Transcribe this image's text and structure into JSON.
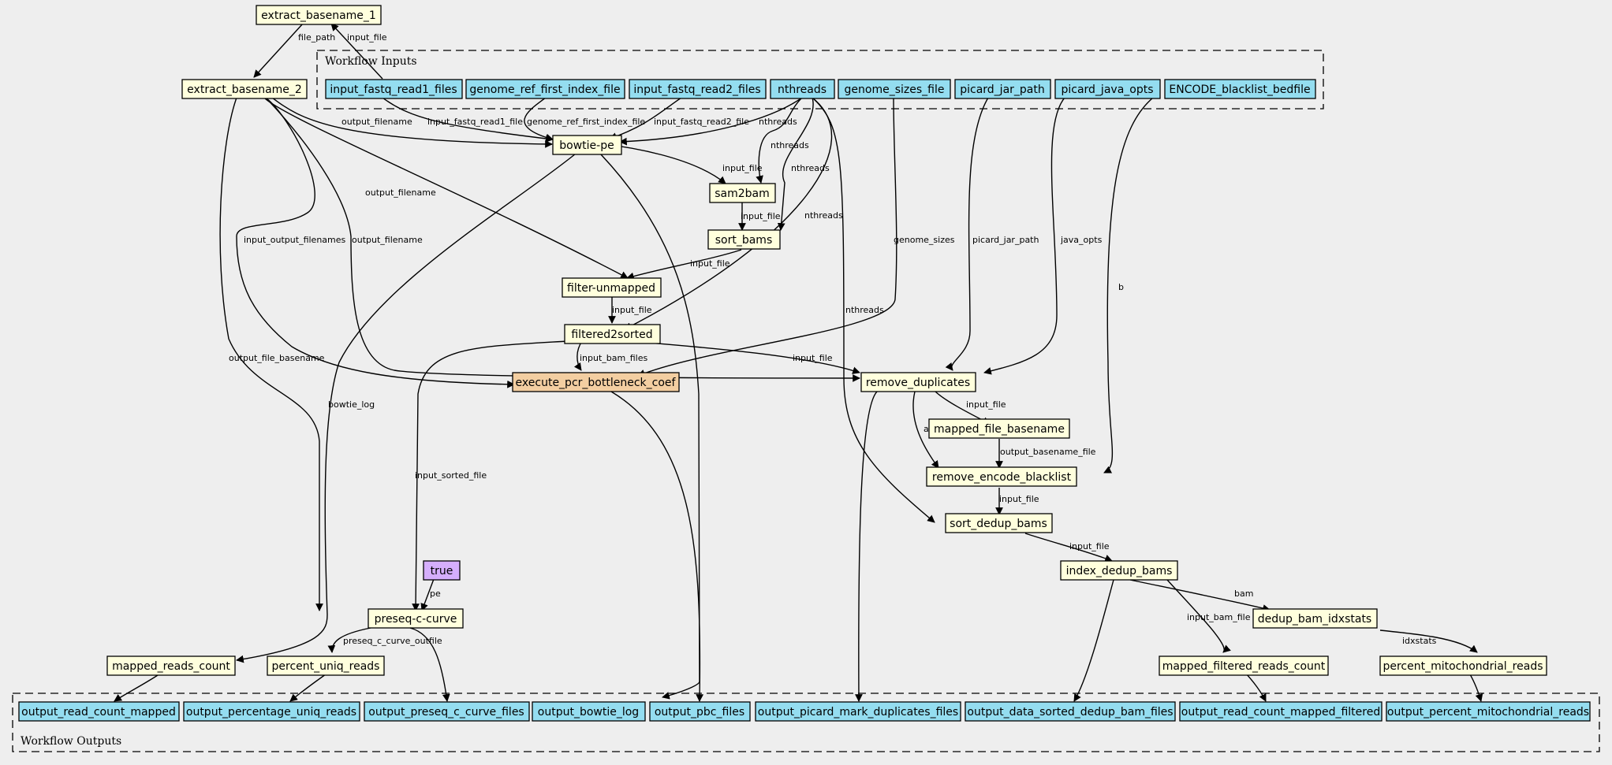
{
  "clusters": {
    "inputs": {
      "label": "Workflow Inputs"
    },
    "outputs": {
      "label": "Workflow Outputs"
    }
  },
  "colors": {
    "input": "#94ddf0",
    "step": "#ffffdd",
    "highlight": "#f3cea1",
    "constant": "#d5aefc",
    "background": "#eeeeee"
  },
  "nodes": {
    "extract_basename_1": {
      "label": "extract_basename_1"
    },
    "extract_basename_2": {
      "label": "extract_basename_2"
    },
    "input_fastq_read1_files": {
      "label": "input_fastq_read1_files"
    },
    "genome_ref_first_index_file": {
      "label": "genome_ref_first_index_file"
    },
    "input_fastq_read2_files": {
      "label": "input_fastq_read2_files"
    },
    "nthreads": {
      "label": "nthreads"
    },
    "genome_sizes_file": {
      "label": "genome_sizes_file"
    },
    "picard_jar_path": {
      "label": "picard_jar_path"
    },
    "picard_java_opts": {
      "label": "picard_java_opts"
    },
    "encode_blacklist_bedfile": {
      "label": "ENCODE_blacklist_bedfile"
    },
    "bowtie_pe": {
      "label": "bowtie-pe"
    },
    "sam2bam": {
      "label": "sam2bam"
    },
    "sort_bams": {
      "label": "sort_bams"
    },
    "filter_unmapped": {
      "label": "filter-unmapped"
    },
    "filtered2sorted": {
      "label": "filtered2sorted"
    },
    "execute_pcr_bottleneck_coef": {
      "label": "execute_pcr_bottleneck_coef"
    },
    "remove_duplicates": {
      "label": "remove_duplicates"
    },
    "mapped_file_basename": {
      "label": "mapped_file_basename"
    },
    "remove_encode_blacklist": {
      "label": "remove_encode_blacklist"
    },
    "sort_dedup_bams": {
      "label": "sort_dedup_bams"
    },
    "index_dedup_bams": {
      "label": "index_dedup_bams"
    },
    "true_const": {
      "label": "true"
    },
    "preseq_c_curve": {
      "label": "preseq-c-curve"
    },
    "dedup_bam_idxstats": {
      "label": "dedup_bam_idxstats"
    },
    "mapped_reads_count": {
      "label": "mapped_reads_count"
    },
    "percent_uniq_reads": {
      "label": "percent_uniq_reads"
    },
    "mapped_filtered_reads_count": {
      "label": "mapped_filtered_reads_count"
    },
    "percent_mitochondrial_reads": {
      "label": "percent_mitochondrial_reads"
    },
    "output_read_count_mapped": {
      "label": "output_read_count_mapped"
    },
    "output_percentage_uniq_reads": {
      "label": "output_percentage_uniq_reads"
    },
    "output_preseq_c_curve_files": {
      "label": "output_preseq_c_curve_files"
    },
    "output_bowtie_log": {
      "label": "output_bowtie_log"
    },
    "output_pbc_files": {
      "label": "output_pbc_files"
    },
    "output_picard_mark_duplicates_files": {
      "label": "output_picard_mark_duplicates_files"
    },
    "output_data_sorted_dedup_bam_files": {
      "label": "output_data_sorted_dedup_bam_files"
    },
    "output_read_count_mapped_filtered": {
      "label": "output_read_count_mapped_filtered"
    },
    "output_percent_mitochondrial_reads": {
      "label": "output_percent_mitochondrial_reads"
    }
  },
  "edge_labels": {
    "file_path": "file_path",
    "input_file_eb1": "input_file",
    "output_filename_1": "output_filename",
    "input_fastq_read1_file": "input_fastq_read1_file",
    "genome_ref_first_index_file": "genome_ref_first_index_file",
    "input_fastq_read2_file": "input_fastq_read2_file",
    "nthreads_bowtie": "nthreads",
    "nthreads_sam2bam": "nthreads",
    "nthreads_sort": "nthreads",
    "nthreads_f2s": "nthreads",
    "nthreads_sortdedup": "nthreads",
    "output_filename_2": "output_filename",
    "input_file_sam2bam": "input_file",
    "input_file_sort": "input_file",
    "input_output_filenames": "input_output_filenames",
    "output_filename_3": "output_filename",
    "genome_sizes": "genome_sizes",
    "picard_jar_path": "picard_jar_path",
    "java_opts": "java_opts",
    "b": "b",
    "input_file_filter": "input_file",
    "input_file_f2s": "input_file",
    "output_file_basename": "output_file_basename",
    "input_bam_files": "input_bam_files",
    "input_file_rd": "input_file",
    "bowtie_log": "bowtie_log",
    "input_file_mfb": "input_file",
    "a": "a",
    "output_basename_file": "output_basename_file",
    "input_sorted_file": "input_sorted_file",
    "input_file_sdb": "input_file",
    "input_file_idx": "input_file",
    "pe": "pe",
    "bam": "bam",
    "input_bam_file": "input_bam_file",
    "preseq_c_curve_outfile": "preseq_c_curve_outfile",
    "idxstats": "idxstats"
  }
}
